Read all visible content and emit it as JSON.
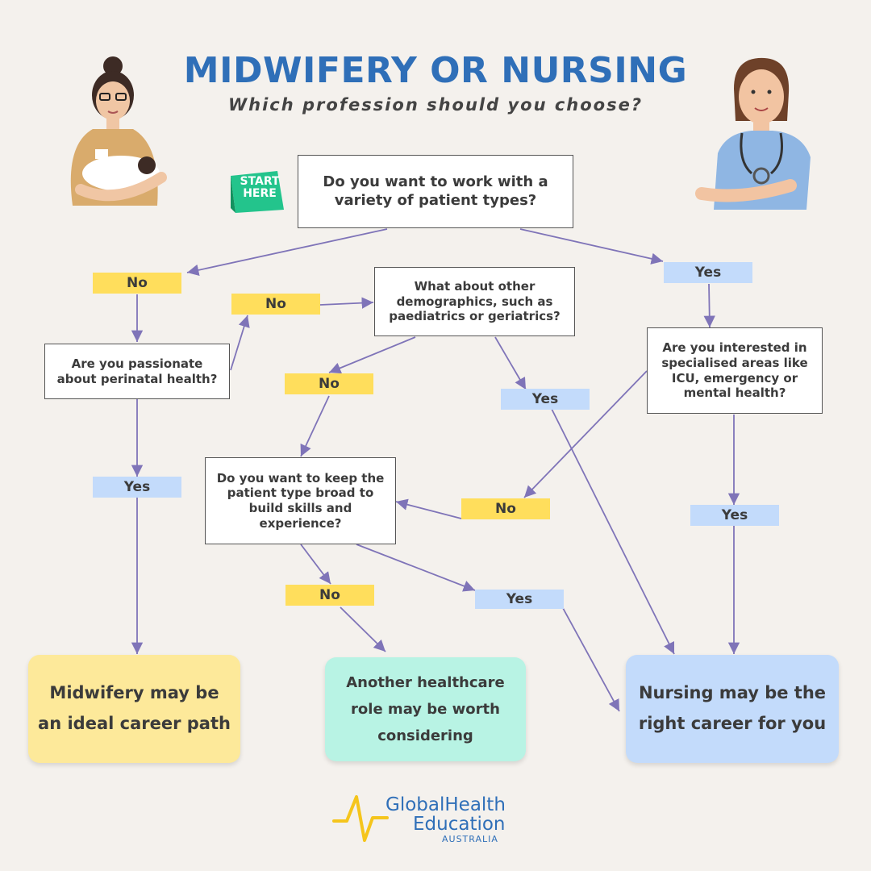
{
  "header": {
    "title": "MIDWIFERY OR NURSING",
    "subtitle": "Which profession should you choose?"
  },
  "start_badge": "START\nHERE",
  "questions": {
    "q1": "Do you want to work with a variety of patient types?",
    "q2": "Are you passionate about perinatal health?",
    "q3": "What about other demographics, such as paediatrics or geriatrics?",
    "q4": "Are you interested in specialised areas like ICU, emergency or mental health?",
    "q5": "Do you want to keep the patient type broad to build skills and experience?"
  },
  "labels": {
    "no": "No",
    "yes": "Yes"
  },
  "results": {
    "midwifery": "Midwifery may be an ideal career path",
    "other": "Another healthcare role may be worth considering",
    "nursing": "Nursing may be the right career for you"
  },
  "logo": {
    "line1": "GlobalHealth",
    "line2": "Education",
    "line3": "AUSTRALIA"
  },
  "colors": {
    "title": "#2f6fb8",
    "no_label": "#ffde5c",
    "yes_label": "#c3dbfb",
    "arrow": "#7f74b8",
    "midwifery_result": "#fde99a",
    "other_result": "#b8f3e4",
    "nursing_result": "#c3dbfb",
    "start_badge": "#23c48c"
  }
}
